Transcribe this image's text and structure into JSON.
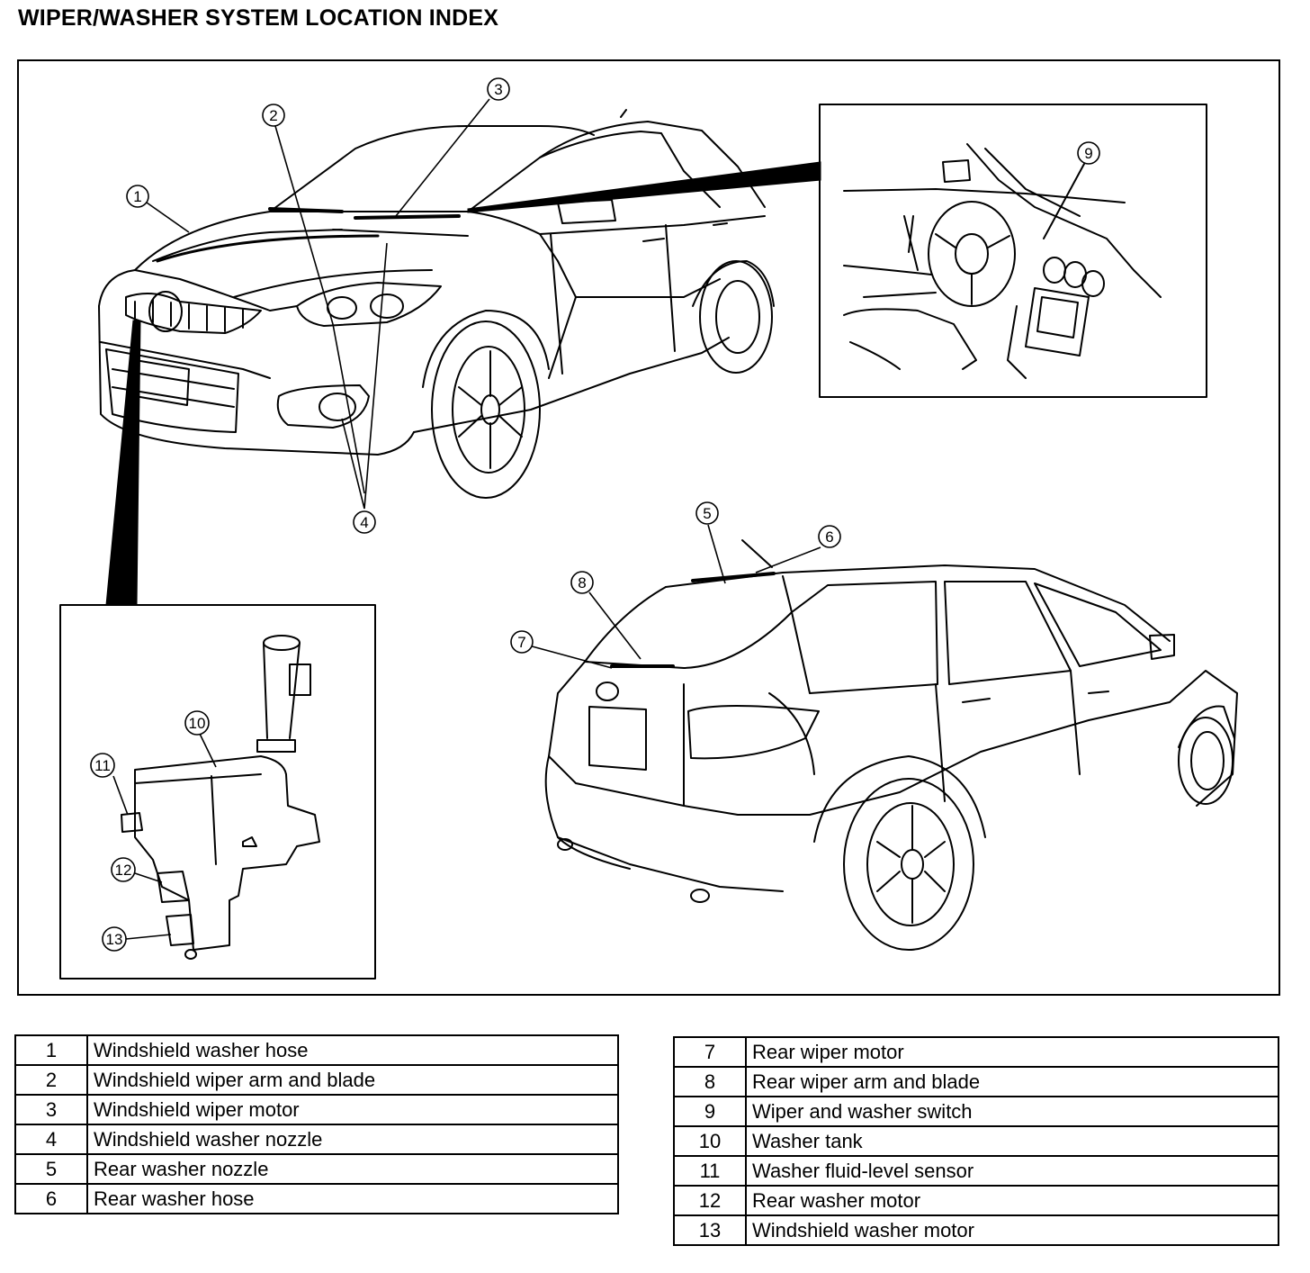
{
  "title": "WIPER/WASHER SYSTEM LOCATION INDEX",
  "callouts": [
    "1",
    "2",
    "3",
    "4",
    "5",
    "6",
    "7",
    "8",
    "9",
    "10",
    "11",
    "12",
    "13"
  ],
  "legend_left": [
    {
      "num": "1",
      "desc": "Windshield washer hose"
    },
    {
      "num": "2",
      "desc": "Windshield wiper arm and blade"
    },
    {
      "num": "3",
      "desc": "Windshield wiper motor"
    },
    {
      "num": "4",
      "desc": "Windshield washer nozzle"
    },
    {
      "num": "5",
      "desc": "Rear washer nozzle"
    },
    {
      "num": "6",
      "desc": "Rear washer hose"
    }
  ],
  "legend_right": [
    {
      "num": "7",
      "desc": "Rear wiper motor"
    },
    {
      "num": "8",
      "desc": "Rear wiper arm and blade"
    },
    {
      "num": "9",
      "desc": "Wiper and washer switch"
    },
    {
      "num": "10",
      "desc": "Washer tank"
    },
    {
      "num": "11",
      "desc": "Washer fluid-level sensor"
    },
    {
      "num": "12",
      "desc": "Rear washer motor"
    },
    {
      "num": "13",
      "desc": "Windshield washer motor"
    }
  ]
}
